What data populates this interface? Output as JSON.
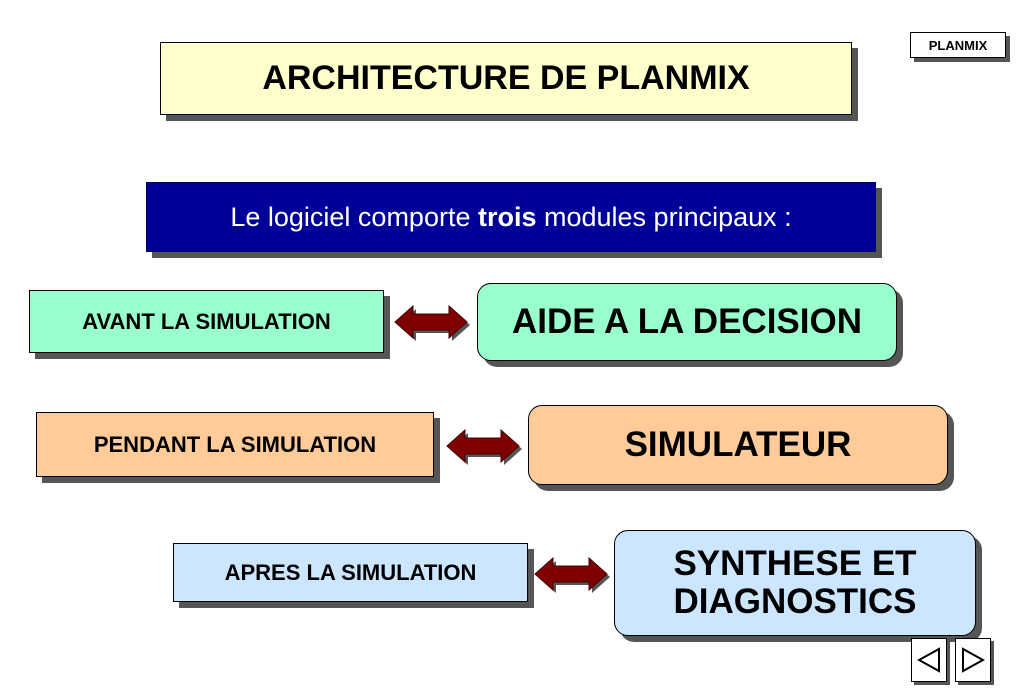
{
  "badge": "PLANMIX",
  "title": "ARCHITECTURE DE PLANMIX",
  "subtitle": {
    "before": "Le logiciel comporte ",
    "bold": "trois",
    "after": " modules principaux :"
  },
  "rows": [
    {
      "phase": "AVANT LA SIMULATION",
      "module": "AIDE A LA DECISION"
    },
    {
      "phase": "PENDANT LA SIMULATION",
      "module": "SIMULATEUR"
    },
    {
      "phase": "APRES LA SIMULATION",
      "module_line1": "SYNTHESE ET",
      "module_line2": "DIAGNOSTICS"
    }
  ],
  "colors": {
    "title_bg": "#ffffcc",
    "subtitle_bg": "#000099",
    "row1_bg": "#99ffcc",
    "row2_bg": "#ffcc99",
    "row3_bg": "#cce6ff",
    "arrow": "#800000"
  },
  "nav": {
    "prev_icon": "previous-triangle-icon",
    "next_icon": "next-triangle-icon"
  }
}
